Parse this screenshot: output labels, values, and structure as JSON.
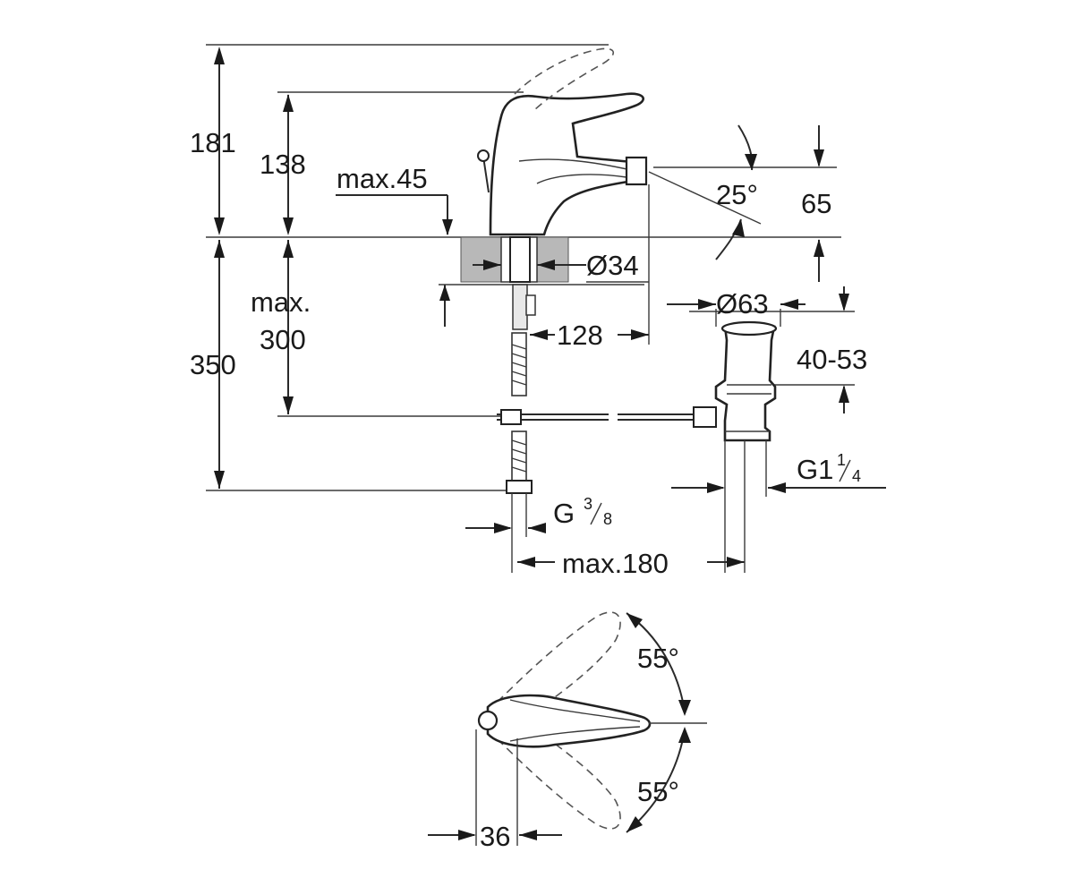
{
  "dimensions": {
    "d181": "181",
    "d138": "138",
    "max45": "max.45",
    "d25": "25°",
    "d65": "65",
    "dia34": "Ø34",
    "max300_a": "max.",
    "max300_b": "300",
    "d350": "350",
    "d128": "128",
    "dia63": "Ø63",
    "d4053": "40-53",
    "g114_main": "G1",
    "g114_num": "1",
    "g114_den": "4",
    "g38_main": "G",
    "g38_num": "3",
    "g38_den": "8",
    "max180": "max.180",
    "deg55_top": "55°",
    "deg55_bottom": "55°",
    "d36": "36"
  }
}
